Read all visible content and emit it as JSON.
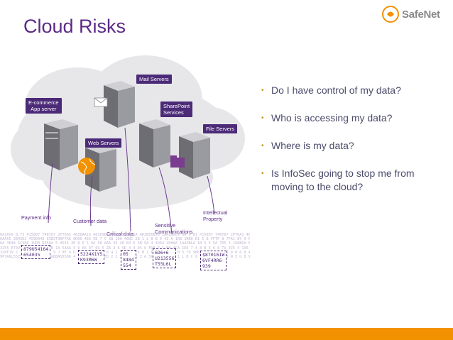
{
  "slide": {
    "title": "Cloud Risks",
    "logo_text": "SafeNet"
  },
  "diagram": {
    "server_labels": {
      "mail": "Mail Servers",
      "ecommerce": "E-commerce\nApp server",
      "sharepoint": "SharePoint\nServices",
      "file": "File Servers",
      "web": "Web Servers"
    },
    "data_captions": {
      "payment": "Payment info",
      "customer": "Customer data",
      "critical": "Critical data",
      "sensitive": "Sensitive\nCommunications",
      "intellectual": "Intellectual\nProperty"
    },
    "data_boxes": [
      "879U54164\n654035",
      "5224X1Y5\nK93M6W",
      "05\n8484\n554",
      "6D6+6\nU213556\nT55L6L",
      "$870161W\n6VF4RR6\n939"
    ],
    "noise_text": "6A16V9 B.73 P15887 T46Y87 2PT6A5 46Z6AA16 46Z69D59A55D55A69 1A 4D2BE6B56 1ARLNX69 6A 9 B1 P15887 T46Y87 2PT6A1 46Z6A16\n6AA55 2B45D2 459DA46 65B3T90P7A6 6D60 4E6 5B 7 5 6B 10A 46BC 2B 1 2 B B 9 4Z A 1R8 1RN0 D1 5 B FFTP 8 7PA1 8Y 9 PA656 20565 J 6A1 46G6 6A65\n6A 3E48 5C5R6 1UR0 D556A 5 0D15 3E 8 D 5 0A 58 AAA 45 46 B4 6 5B 9A 4 4D64 2DHAA 1A4XBLA 1N 5 5 5A 7D5 5 1U6BGA 6A 2P 9 5D0 1 6 6 8 6 4\n3Z55 ET4VY 69 8 8B 6A EB 1A 5A6A 5 9 AX D7 6U 5 ZA 3 6 9D 4 4 D5 6 FD8 7 1 EB 4CA 1D6 7 4 8 B 5 6 8 TV 3Z5 4 1X6 6 4E8 A6B 8 D1 0 E 7 9\n320F19 2 *D98B1936 1GX7 9 J 8F 4 U 6 9 1 5 2 *D 8 4 1 7 7 X 6 6 H 1 6 4 4 D 3 5 H 5 *D 98B 19 36 1 GX 1 9 8 6 8 4 5 8 4 4 2 0 F 1\n9P7A6L55Z51 C96X65V33N3GB8AS55D6 4 1A9 2 8 8 Y ED 2 2 5D 6 V D Z A 5X 6 8 6 H A 1 L D C 8 V 6 X 5 Q 6 3 N 3 G 8 9 A X D 5 D F 1 A 4 1 D E"
  },
  "bullets": [
    "Do I have control of my data?",
    "Who is accessing my data?",
    "Where is my data?",
    "Is InfoSec going to stop me from moving to the cloud?"
  ],
  "colors": {
    "title": "#5b2a86",
    "label_bg": "#4b2a77",
    "bullet_text": "#4b4b6b",
    "bullet_dot": "#c99020",
    "footer": "#f39200",
    "cloud": "#e6e6e9"
  }
}
